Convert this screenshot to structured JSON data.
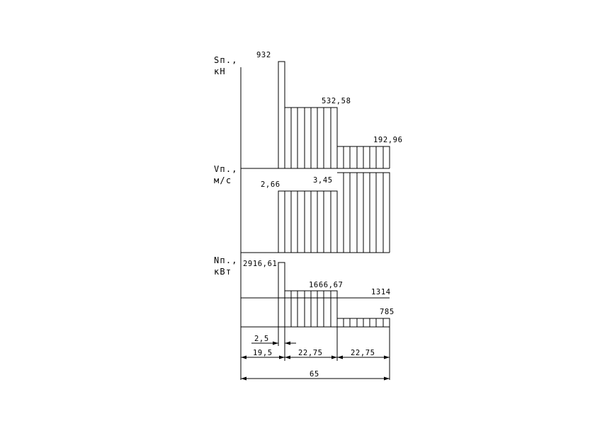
{
  "diagram": {
    "s_block": {
      "axis_label_top": "Sп.,",
      "axis_label_bottom": "кН",
      "values": [
        "932",
        "532,58",
        "192,96"
      ]
    },
    "v_block": {
      "axis_label_top": "Vп.,",
      "axis_label_bottom": "м/с",
      "values": [
        "2,66",
        "3,45"
      ]
    },
    "n_block": {
      "axis_label_top": "Nп.,",
      "axis_label_bottom": "кВт",
      "values": [
        "2916,61",
        "1666,67",
        "1314",
        "785"
      ]
    },
    "dimensions": {
      "d1": "2,5",
      "d2": "19,5",
      "d3": "22,75",
      "d4": "22,75",
      "total": "65"
    }
  }
}
